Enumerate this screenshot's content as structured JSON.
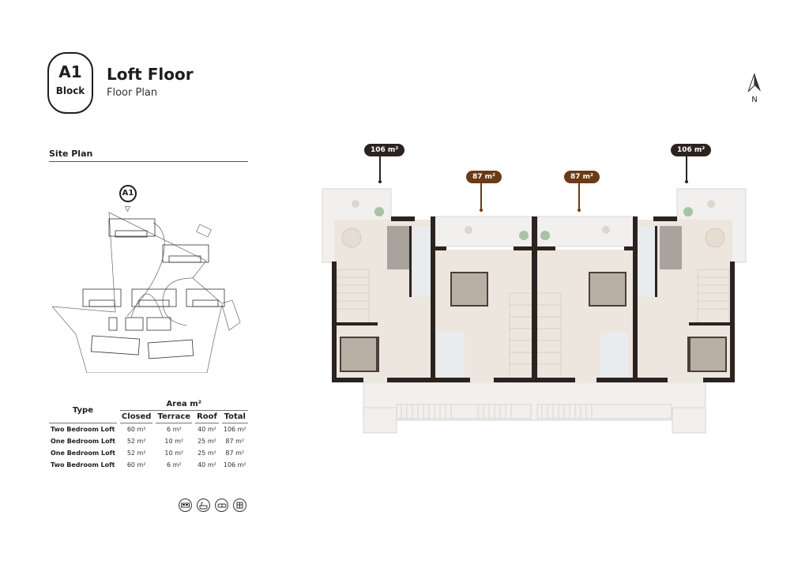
{
  "header": {
    "block_code": "A1",
    "block_label": "Block",
    "title": "Loft Floor",
    "subtitle": "Floor Plan"
  },
  "compass": {
    "icon": "north-arrow-icon",
    "label": "N"
  },
  "site_plan": {
    "title": "Site Plan",
    "marker_label": "A1"
  },
  "area_table": {
    "group_header": "Area m²",
    "type_header": "Type",
    "columns": [
      "Closed",
      "Terrace",
      "Roof",
      "Total"
    ],
    "rows": [
      {
        "type": "Two Bedroom Loft",
        "closed": "60 m²",
        "terrace": "6 m²",
        "roof": "40 m²",
        "total": "106 m²"
      },
      {
        "type": "One Bedroom Loft",
        "closed": "52 m²",
        "terrace": "10 m²",
        "roof": "25 m²",
        "total": "87 m²"
      },
      {
        "type": "One Bedroom Loft",
        "closed": "52 m²",
        "terrace": "10 m²",
        "roof": "25 m²",
        "total": "87 m²"
      },
      {
        "type": "Two Bedroom Loft",
        "closed": "60 m²",
        "terrace": "6 m²",
        "roof": "40 m²",
        "total": "106 m²"
      }
    ]
  },
  "amenities": [
    "bed-icon",
    "bathtub-icon",
    "sofa-icon",
    "dining-icon"
  ],
  "floor_plan": {
    "unit_tags": [
      {
        "label": "106 m²",
        "color": "#2b2320"
      },
      {
        "label": "87 m²",
        "color": "#6b3a16"
      },
      {
        "label": "87 m²",
        "color": "#6b3a16"
      },
      {
        "label": "106 m²",
        "color": "#2b2320"
      }
    ],
    "colors": {
      "wall": "#2b2320",
      "floor": "#ede6de",
      "terrace": "#f2f0ee",
      "bath": "#e9ecef",
      "bed": "#b9b0a5",
      "plant": "#a7c2a5"
    }
  }
}
